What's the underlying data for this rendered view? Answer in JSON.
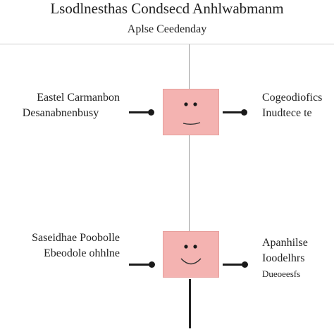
{
  "diagram": {
    "title": "Lsodlnesthas Condsecd Anhlwabmanm",
    "subtitle": "Aplse Ceedenday",
    "nodes": [
      {
        "left_label": [
          "Eastel Carmanbon",
          "Desanabnenbusy"
        ],
        "right_label": [
          "Cogeodiofics",
          "Inudtece te"
        ]
      },
      {
        "left_label": [
          "Saseidhae Poobolle",
          "Ebeodole ohhlne"
        ],
        "right_label": [
          "Apanhilse",
          "Ioodelhrs",
          "Dueoeesfs"
        ]
      }
    ]
  }
}
